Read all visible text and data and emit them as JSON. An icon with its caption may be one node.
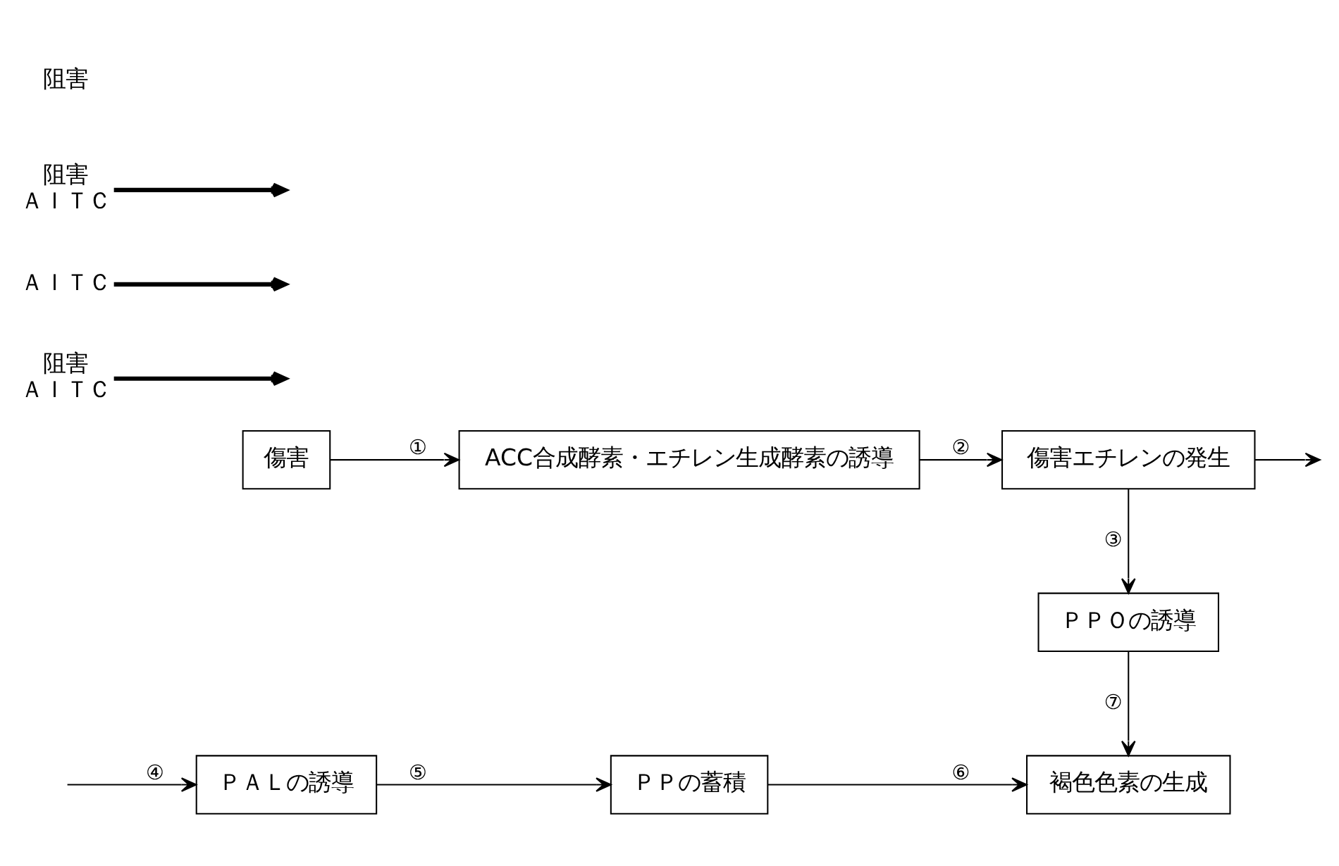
{
  "diagram": {
    "nodes": [
      {
        "text": [
          "傷害"
        ]
      },
      {
        "text": [
          "ACC合成酵素・エチレン生成酵素の誘導"
        ]
      },
      {
        "text": [
          "傷害エチレンの発生"
        ]
      },
      {
        "text": [
          "ＰＡＬの誘導"
        ]
      },
      {
        "text": [
          "ＰＰの蓄積"
        ]
      },
      {
        "text": [
          "褐色色素の生成"
        ]
      },
      {
        "text": [
          "ＰＰＯの誘導"
        ]
      },
      {
        "text": [
          "阻害",
          "ＡＩＴＣ"
        ]
      },
      {
        "text": [
          "ＡＩＴＣ"
        ]
      },
      {
        "text": [
          "阻害",
          "ＡＩＴＣ"
        ]
      }
    ],
    "edges": [
      {
        "from": 0,
        "to": 1,
        "arrow": "to",
        "label": "①"
      },
      {
        "from": 1,
        "to": 2,
        "arrow": "to",
        "label": "②"
      },
      {
        "from": 2,
        "to": null,
        "arrow": "to"
      },
      {
        "from": 2,
        "to": 6,
        "arrow": "to",
        "label": "③"
      },
      {
        "from": null,
        "to": 3,
        "arrow": "to",
        "label": "④"
      },
      {
        "from": 3,
        "to": 4,
        "arrow": "to",
        "label": "⑤"
      },
      {
        "from": 4,
        "to": 5,
        "arrow": "to",
        "label": "⑥"
      },
      {
        "from": 6,
        "to": 5,
        "arrow": "to",
        "label": "⑦"
      },
      {
        "from": 7,
        "to": null,
        "arrow": "to",
        "style": "thick"
      },
      {
        "from": 8,
        "to": null,
        "arrow": "to",
        "style": "thick"
      },
      {
        "from": 9,
        "to": null,
        "arrow": "to",
        "style": "thick"
      }
    ],
    "labels": [
      "阻害"
    ]
  }
}
